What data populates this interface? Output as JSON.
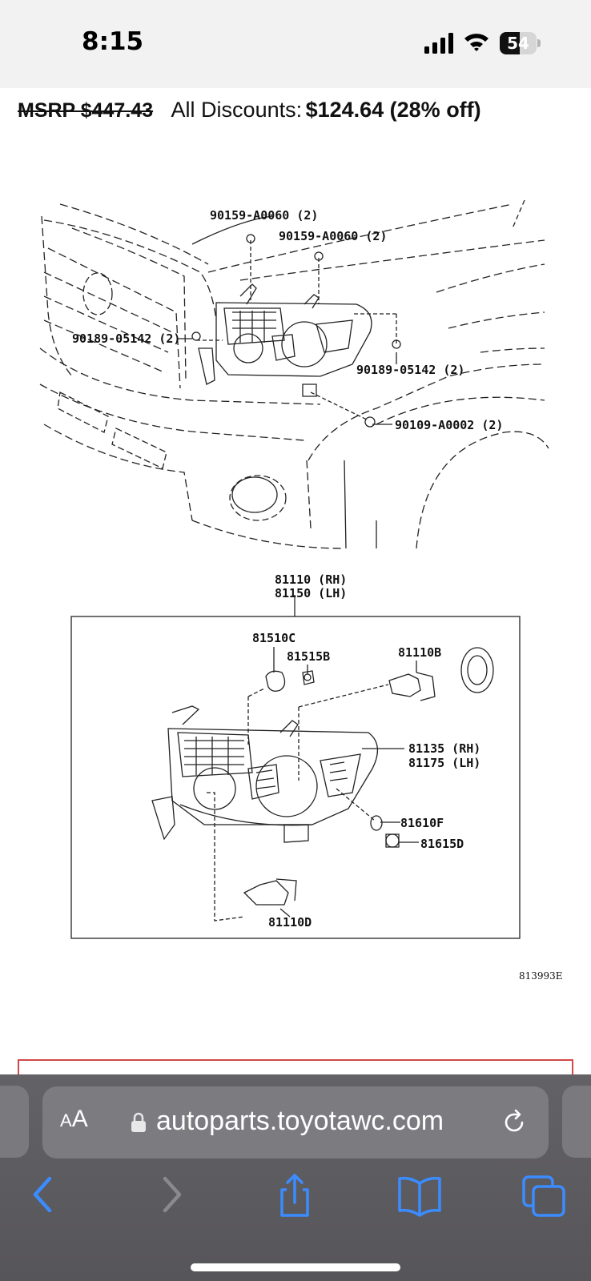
{
  "status_bar": {
    "time": "8:15",
    "battery_level": "54",
    "icons": [
      "signal-icon",
      "wifi-icon",
      "battery-icon"
    ]
  },
  "pricing": {
    "msrp": "MSRP $447.43",
    "discounts_label": "All Discounts:",
    "discounts_value": "$124.64 (28% off)"
  },
  "diagram": {
    "vehicle_labels": {
      "fastener_top_left": "90159-A0060 (2)",
      "fastener_top_right": "90159-A0060 (2)",
      "clip_left": "90189-05142 (2)",
      "clip_right": "90189-05142 (2)",
      "bolt_bottom": "90109-A0002 (2)"
    },
    "assembly_rh": "81110 (RH)",
    "assembly_lh": "81150 (LH)",
    "parts": {
      "bulb_socket": "81510C",
      "small_bulb": "81515B",
      "high_beam_bulb": "81110B",
      "housing_rh": "81135 (RH)",
      "housing_lh": "81175 (LH)",
      "side_bulb": "81610F",
      "side_socket": "81615D",
      "low_beam_bulb": "81110D"
    },
    "reference_code": "813993E"
  },
  "browser": {
    "aa_label_large": "A",
    "aa_label_small": "A",
    "url": "autoparts.toyotawc.com",
    "toolbar_icons": [
      "back-icon",
      "forward-icon",
      "share-icon",
      "bookmarks-icon",
      "tabs-icon"
    ],
    "accent_color": "#3b8cff"
  }
}
